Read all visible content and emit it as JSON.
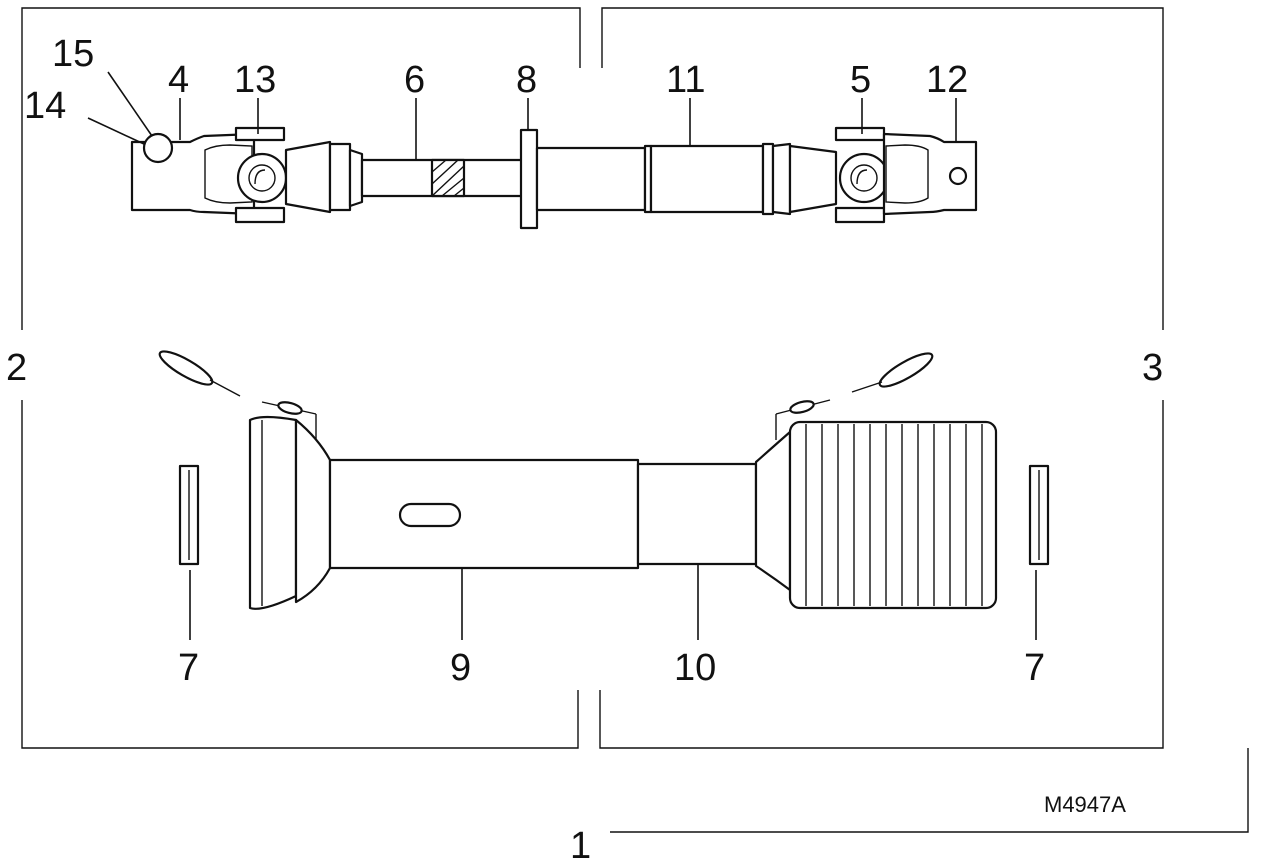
{
  "drawing_code": "M4947A",
  "callouts": {
    "c1": "1",
    "c2": "2",
    "c3": "3",
    "c4": "4",
    "c5": "5",
    "c6": "6",
    "c7a": "7",
    "c7b": "7",
    "c8": "8",
    "c9": "9",
    "c10": "10",
    "c11": "11",
    "c12": "12",
    "c13": "13",
    "c14": "14",
    "c15": "15"
  }
}
